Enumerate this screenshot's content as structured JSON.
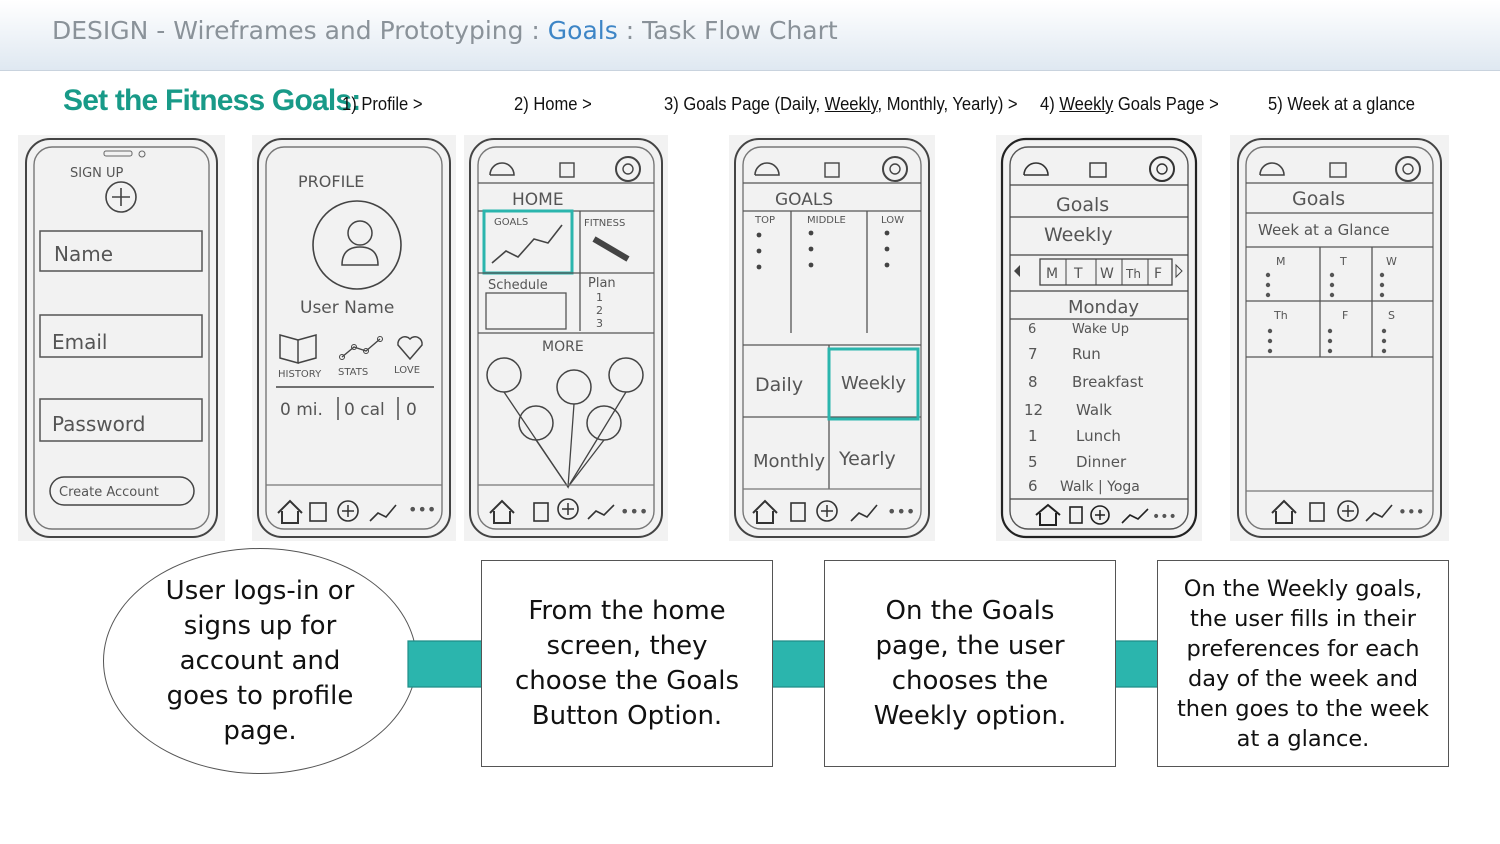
{
  "header": {
    "prefix": "DESIGN - Wireframes and Prototyping : ",
    "highlight": "Goals",
    "suffix": " : Task Flow Chart"
  },
  "section_title": "Set the Fitness Goals:",
  "steps": [
    {
      "label": "1) Profile >"
    },
    {
      "label": "2) Home >"
    },
    {
      "pre": "3) Goals Page (Daily, ",
      "ul": "Weekly",
      "post": ", Monthly, Yearly) >"
    },
    {
      "pre": "4) ",
      "ul": "Weekly",
      "post": " Goals Page >"
    },
    {
      "label": "5) Week at a glance"
    }
  ],
  "wireframes": {
    "signup": {
      "title": "SIGN UP",
      "name": "Name",
      "email": "Email",
      "password": "Password",
      "create": "Create Account"
    },
    "profile": {
      "title": "PROFILE",
      "user": "User Name",
      "history": "HISTORY",
      "stats": "STATS",
      "love": "LOVE",
      "mi": "0 mi.",
      "cal": "0 cal",
      "zero": "0"
    },
    "home": {
      "title": "HOME",
      "goals": "GOALS",
      "fitness": "FITNESS",
      "schedule": "Schedule",
      "plan": "Plan",
      "plan_items": [
        "1",
        "2",
        "3"
      ],
      "more": "MORE"
    },
    "goals": {
      "title": "GOALS",
      "top": "TOP",
      "middle": "MIDDLE",
      "low": "LOW",
      "daily": "Daily",
      "weekly": "Weekly",
      "monthly": "Monthly",
      "yearly": "Yearly"
    },
    "weekly": {
      "title": "Goals",
      "sub": "Weekly",
      "days": [
        "M",
        "T",
        "W",
        "Th",
        "F"
      ],
      "day": "Monday",
      "rows": [
        [
          "6",
          "Wake Up"
        ],
        [
          "7",
          "Run"
        ],
        [
          "8",
          "Breakfast"
        ],
        [
          "12",
          "Walk"
        ],
        [
          "1",
          "Lunch"
        ],
        [
          "5",
          "Dinner"
        ],
        [
          "6",
          "Walk | Yoga"
        ]
      ]
    },
    "glance": {
      "title": "Goals",
      "sub": "Week at a Glance",
      "top_days": [
        "M",
        "T",
        "W"
      ],
      "bottom_days": [
        "Th",
        "F",
        "S"
      ]
    }
  },
  "flow": {
    "start": "User logs-in or signs up for account and goes to profile page.",
    "box1": "From the home screen, they choose the Goals Button Option.",
    "box2": "On the Goals page, the user chooses the Weekly option.",
    "box3": "On the Weekly goals, the user fills in their preferences for each day of the week and then goes to the week at a glance."
  },
  "colors": {
    "accent_teal": "#2bb5ad",
    "title_teal": "#189a88",
    "header_blue": "#3d85c6"
  }
}
